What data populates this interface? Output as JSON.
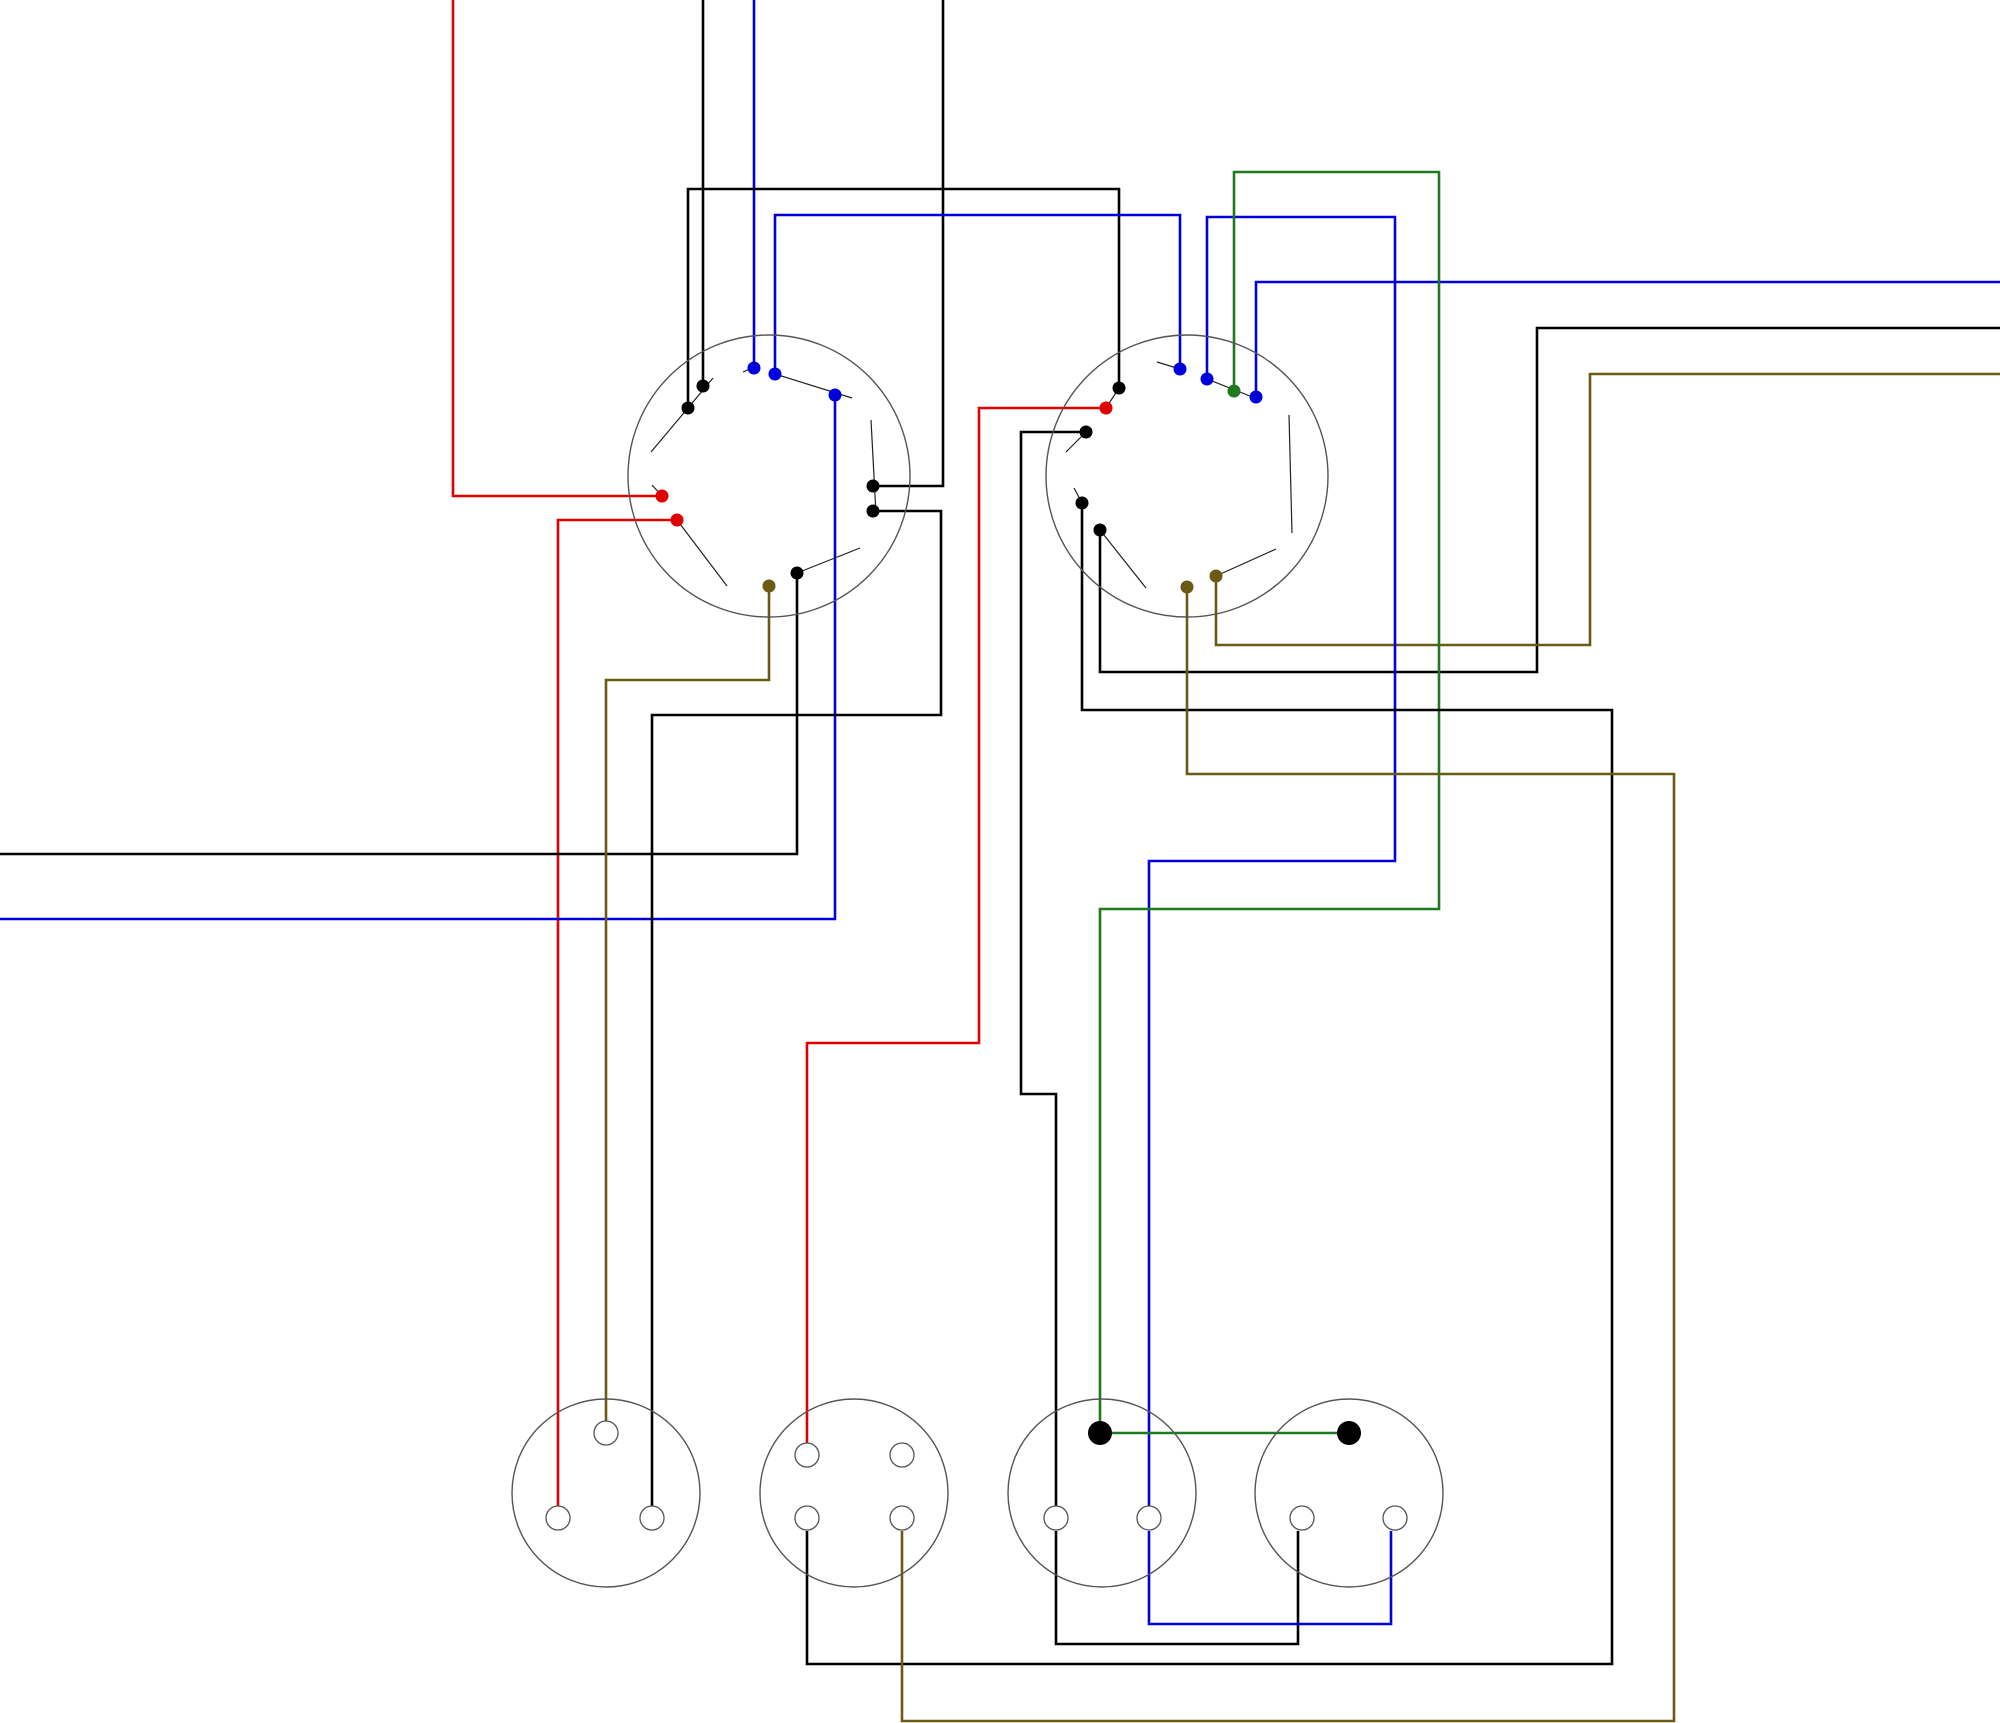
{
  "colors": {
    "background": "#ffffff",
    "outline": "#555555",
    "red": "#e00000",
    "black": "#000000",
    "blue": "#0000dd",
    "green": "#1f7a1f",
    "brown": "#6b5a14"
  },
  "wires": [
    {
      "id": "red-left-1",
      "color": "red"
    },
    {
      "id": "red-left-2",
      "color": "red"
    },
    {
      "id": "black-top-1",
      "color": "black"
    },
    {
      "id": "blue-top-1",
      "color": "blue"
    },
    {
      "id": "black-top-2",
      "color": "black"
    },
    {
      "id": "black-bridge",
      "color": "black"
    },
    {
      "id": "blue-bridge",
      "color": "blue"
    },
    {
      "id": "black-to-left-edge",
      "color": "black"
    },
    {
      "id": "blue-to-left-edge",
      "color": "blue"
    },
    {
      "id": "brown-to-xlr1",
      "color": "brown"
    },
    {
      "id": "black-to-xlr1",
      "color": "black"
    },
    {
      "id": "red-to-xlr2",
      "color": "red"
    },
    {
      "id": "black-to-xlr3",
      "color": "black"
    },
    {
      "id": "black-right-edge",
      "color": "black"
    },
    {
      "id": "brown-right-edge",
      "color": "brown"
    },
    {
      "id": "blue-right-edge",
      "color": "blue"
    },
    {
      "id": "blue-to-xlr3",
      "color": "blue"
    },
    {
      "id": "green-to-xlr3",
      "color": "green"
    },
    {
      "id": "black-loop-xlr2",
      "color": "black"
    },
    {
      "id": "brown-loop-xlr2",
      "color": "brown"
    },
    {
      "id": "black-xlr3-xlr4",
      "color": "black"
    },
    {
      "id": "blue-xlr3-xlr4",
      "color": "blue"
    },
    {
      "id": "green-xlr3-xlr4",
      "color": "green"
    }
  ]
}
